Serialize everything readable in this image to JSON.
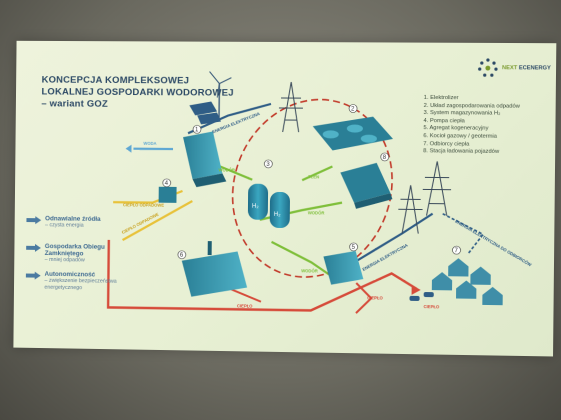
{
  "title": "KONCEPCJA KOMPLEKSOWEJ LOKALNEJ GOSPODARKI WODOROWEJ – wariant GOZ",
  "logo": {
    "prefix": "NEXT",
    "brand": "ECENERGY"
  },
  "legend": [
    "1. Elektrolizer",
    "2. Układ zagospodarowania odpadów",
    "3. System magazynowania H₂",
    "4. Pompa ciepła",
    "5. Agregat kogeneracyjny",
    "6. Kocioł gazowy / geotermia",
    "7. Odbiorcy ciepła",
    "8. Stacja ładowania pojazdów"
  ],
  "left_notes": [
    {
      "title": "Odnawialne źródła",
      "sub": "– czysta energia"
    },
    {
      "title": "Gospodarka Obiegu Zamkniętego",
      "sub": "– mniej odpadów"
    },
    {
      "title": "Autonomiczność",
      "sub": "– zwiększenie bezpieczeństwa energetycznego"
    }
  ],
  "flow_labels": {
    "energia_elektryczna": "ENERGIA ELEKTRYCZNA",
    "woda": "WODA",
    "wodor": "WODÓR",
    "cieplo": "CIEPŁO",
    "cieplo_odpadowe": "CIEPŁO ODPADOWE",
    "tlen": "TLEN",
    "energia_do_odbiorcow": "ENERGIA ELEKTRYCZNA DO ODBIORCÓW"
  },
  "h2": "H₂",
  "colors": {
    "title": "#2d4a66",
    "electric": "#2f5d86",
    "heat": "#d64b3a",
    "hydrogen": "#7fbf3a",
    "water": "#5fa8d3",
    "waste_heat": "#e8c23a",
    "outline": "#c23a2a"
  }
}
